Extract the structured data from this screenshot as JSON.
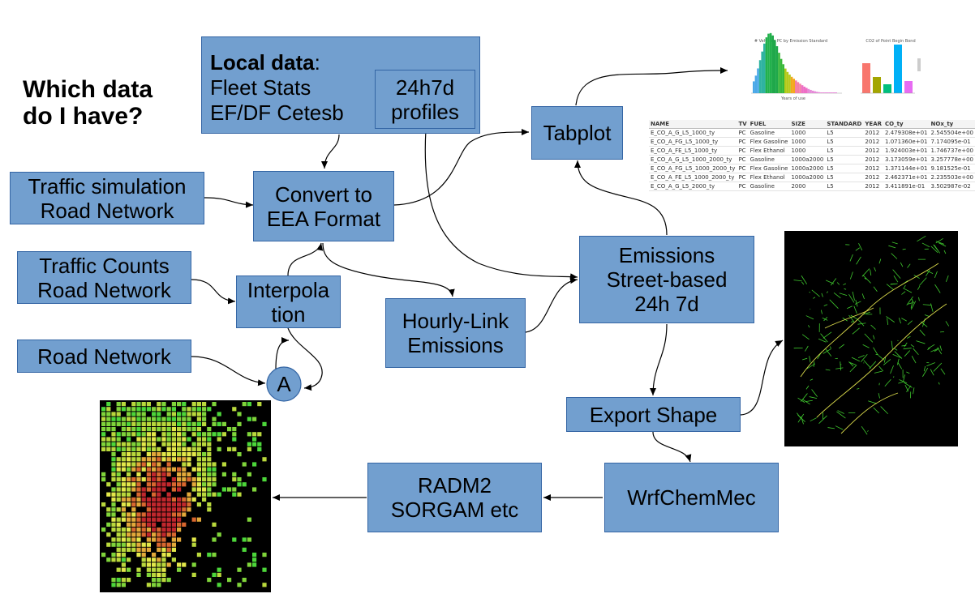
{
  "title": {
    "line1": "Which data",
    "line2": "do I have?"
  },
  "local_data": {
    "heading": "Local data",
    "colon": ":",
    "line2": "Fleet Stats",
    "line3": "EF/DF Cetesb"
  },
  "profiles": {
    "line1": "24h7d",
    "line2": "profiles"
  },
  "boxes": {
    "traffic_sim": {
      "line1": "Traffic simulation",
      "line2": "Road Network"
    },
    "traffic_counts": {
      "line1": "Traffic Counts",
      "line2": "Road Network"
    },
    "road_network": {
      "line1": "Road Network"
    },
    "convert": {
      "line1": "Convert to",
      "line2": "EEA Format"
    },
    "interpolation": {
      "line1": "Interpola",
      "line2": "tion"
    },
    "node_a": {
      "line1": "A"
    },
    "tabplot": {
      "line1": "Tabplot"
    },
    "hourly": {
      "line1": "Hourly-Link",
      "line2": "Emissions"
    },
    "emissions": {
      "line1": "Emissions",
      "line2": "Street-based",
      "line3": "24h 7d"
    },
    "export": {
      "line1": "Export Shape"
    },
    "wrfchem": {
      "line1": "WrfChemMec"
    },
    "radm": {
      "line1": "RADM2",
      "line2": "SORGAM etc"
    }
  },
  "mini_charts": {
    "hist_title": "# Vehicles PC by Emission Standard",
    "hist_xlabel": "Years of use",
    "bar_title": "CO2 of Point Begin Bond"
  },
  "emission_table": {
    "headers": [
      "NAME",
      "TV",
      "FUEL",
      "SIZE",
      "STANDARD",
      "YEAR",
      "CO_ty",
      "NOx_ty"
    ],
    "rows": [
      [
        "E_CO_A_G_L5_1000_ty",
        "PC",
        "Gasoline",
        "1000",
        "L5",
        "2012",
        "2.479308e+01",
        "2.545504e+00"
      ],
      [
        "E_CO_A_FG_L5_1000_ty",
        "PC",
        "Flex Gasoline",
        "1000",
        "L5",
        "2012",
        "1.071360e+01",
        "7.174095e-01"
      ],
      [
        "E_CO_A_FE_L5_1000_ty",
        "PC",
        "Flex Ethanol",
        "1000",
        "L5",
        "2012",
        "1.924003e+01",
        "1.746737e+00"
      ],
      [
        "E_CO_A_G_L5_1000_2000_ty",
        "PC",
        "Gasoline",
        "1000a2000",
        "L5",
        "2012",
        "3.173059e+01",
        "3.257778e+00"
      ],
      [
        "E_CO_A_FG_L5_1000_2000_ty",
        "PC",
        "Flex Gasoline",
        "1000a2000",
        "L5",
        "2012",
        "1.371144e+01",
        "9.181525e-01"
      ],
      [
        "E_CO_A_FE_L5_1000_2000_ty",
        "PC",
        "Flex Ethanol",
        "1000a2000",
        "L5",
        "2012",
        "2.462371e+01",
        "2.235503e+00"
      ],
      [
        "E_CO_A_G_L5_2000_ty",
        "PC",
        "Gasoline",
        "2000",
        "L5",
        "2012",
        "3.411891e-01",
        "3.502987e-02"
      ]
    ]
  },
  "colors": {
    "box_fill": "#729fcf",
    "box_border": "#3465a4",
    "map_bg": "#000000",
    "network_green": "#4cd63a",
    "grid_red": "#c0272d",
    "grid_yellow": "#e3e84a"
  }
}
